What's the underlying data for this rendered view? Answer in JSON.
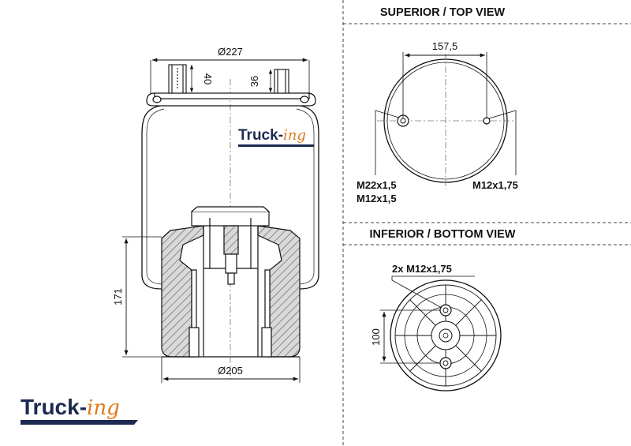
{
  "brand": {
    "name_main": "Truck-",
    "name_accent": "ing",
    "colors": {
      "primary": "#1c2a52",
      "accent": "#e07b18"
    }
  },
  "side_view": {
    "top_diameter": "Ø227",
    "bottom_diameter": "Ø205",
    "stud_height_left": "40",
    "stud_height_right": "36",
    "overall_height": "171"
  },
  "top_view": {
    "heading": "SUPERIOR / TOP VIEW",
    "spacing": "157,5",
    "left_thread_1": "M22x1,5",
    "left_thread_2": "M12x1,5",
    "right_thread": "M12x1,75"
  },
  "bottom_view": {
    "heading": "INFERIOR / BOTTOM VIEW",
    "thread": "2x M12x1,75",
    "spacing": "100"
  }
}
